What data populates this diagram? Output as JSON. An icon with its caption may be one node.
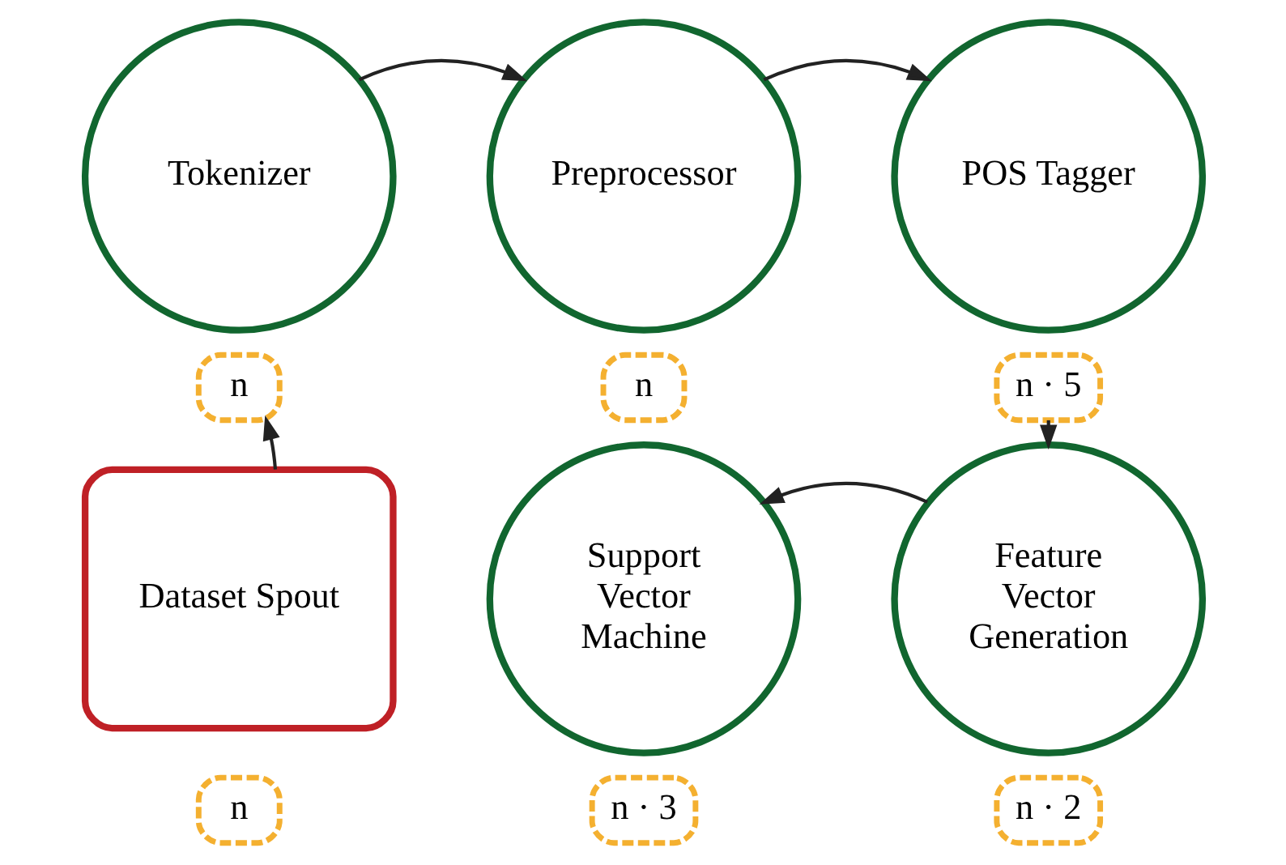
{
  "diagram": {
    "nodes": [
      {
        "text": [
          "Tokenizer"
        ]
      },
      {
        "text": [
          "n"
        ]
      },
      {
        "text": [
          "Preprocessor"
        ]
      },
      {
        "text": [
          "n"
        ]
      },
      {
        "text": [
          "POS Tagger"
        ]
      },
      {
        "text": [
          "n · 5"
        ]
      },
      {
        "text": [
          "Dataset Spout"
        ]
      },
      {
        "text": [
          "n"
        ]
      },
      {
        "text": [
          "Support Vector Machine"
        ]
      },
      {
        "text": [
          "n · 3"
        ]
      },
      {
        "text": [
          "Feature Vector Generation"
        ]
      },
      {
        "text": [
          "n · 2"
        ]
      }
    ],
    "edges": [
      {
        "from": 0,
        "to": 2,
        "arrow": "to"
      },
      {
        "from": 2,
        "to": 4,
        "arrow": "to"
      },
      {
        "from": 6,
        "to": 1,
        "arrow": "to"
      },
      {
        "from": 5,
        "to": 10,
        "arrow": "to"
      },
      {
        "from": 10,
        "to": 8,
        "arrow": "to"
      }
    ]
  }
}
